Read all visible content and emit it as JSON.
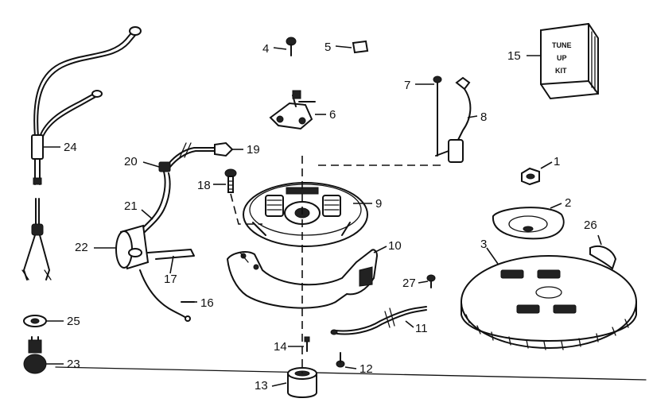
{
  "diagram": {
    "callouts": [
      {
        "id": "1",
        "text": "1"
      },
      {
        "id": "2",
        "text": "2"
      },
      {
        "id": "3",
        "text": "3"
      },
      {
        "id": "4",
        "text": "4"
      },
      {
        "id": "5",
        "text": "5"
      },
      {
        "id": "6",
        "text": "6"
      },
      {
        "id": "7",
        "text": "7"
      },
      {
        "id": "8",
        "text": "8"
      },
      {
        "id": "9",
        "text": "9"
      },
      {
        "id": "10",
        "text": "10"
      },
      {
        "id": "11",
        "text": "11"
      },
      {
        "id": "12",
        "text": "12"
      },
      {
        "id": "13",
        "text": "13"
      },
      {
        "id": "14",
        "text": "14"
      },
      {
        "id": "15",
        "text": "15"
      },
      {
        "id": "16",
        "text": "16"
      },
      {
        "id": "17",
        "text": "17"
      },
      {
        "id": "18",
        "text": "18"
      },
      {
        "id": "19",
        "text": "19"
      },
      {
        "id": "20",
        "text": "20"
      },
      {
        "id": "21",
        "text": "21"
      },
      {
        "id": "22",
        "text": "22"
      },
      {
        "id": "23",
        "text": "23"
      },
      {
        "id": "24",
        "text": "24"
      },
      {
        "id": "25",
        "text": "25"
      },
      {
        "id": "26",
        "text": "26"
      },
      {
        "id": "27",
        "text": "27"
      }
    ],
    "tune_up_kit": {
      "line1": "TUNE",
      "line2": "UP",
      "line3": "KIT"
    }
  }
}
